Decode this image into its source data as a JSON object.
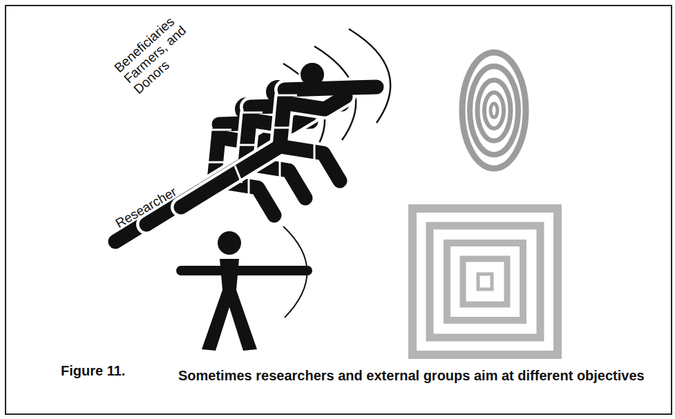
{
  "diagram": {
    "caption": "Sometimes researchers and external groups aim at different objectives",
    "labels": [
      "Beneficiaries Farmers, and Donors",
      "Researcher",
      "Figure 11."
    ]
  }
}
